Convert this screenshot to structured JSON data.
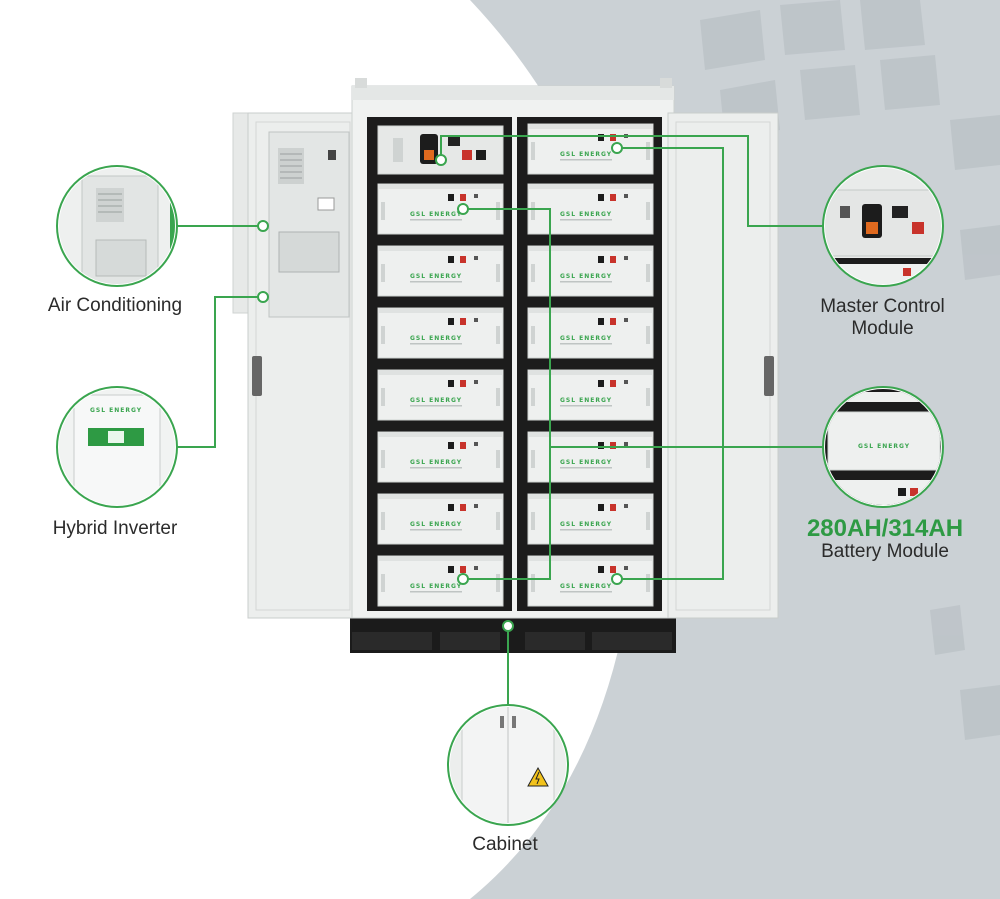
{
  "labels": {
    "air_conditioning": "Air Conditioning",
    "hybrid_inverter": "Hybrid Inverter",
    "master_control_line1": "Master Control",
    "master_control_line2": "Module",
    "battery_capacity": "280AH/314AH",
    "battery_module": "Battery Module",
    "cabinet": "Cabinet"
  },
  "module_brand": "GSL ENERGY",
  "colors": {
    "accent_green": "#3aa54f",
    "cabinet_white": "#eef0ef",
    "rack_black": "#1c1c1c",
    "terminal_red": "#c8332b",
    "background_gray": "#c9cfd3"
  }
}
